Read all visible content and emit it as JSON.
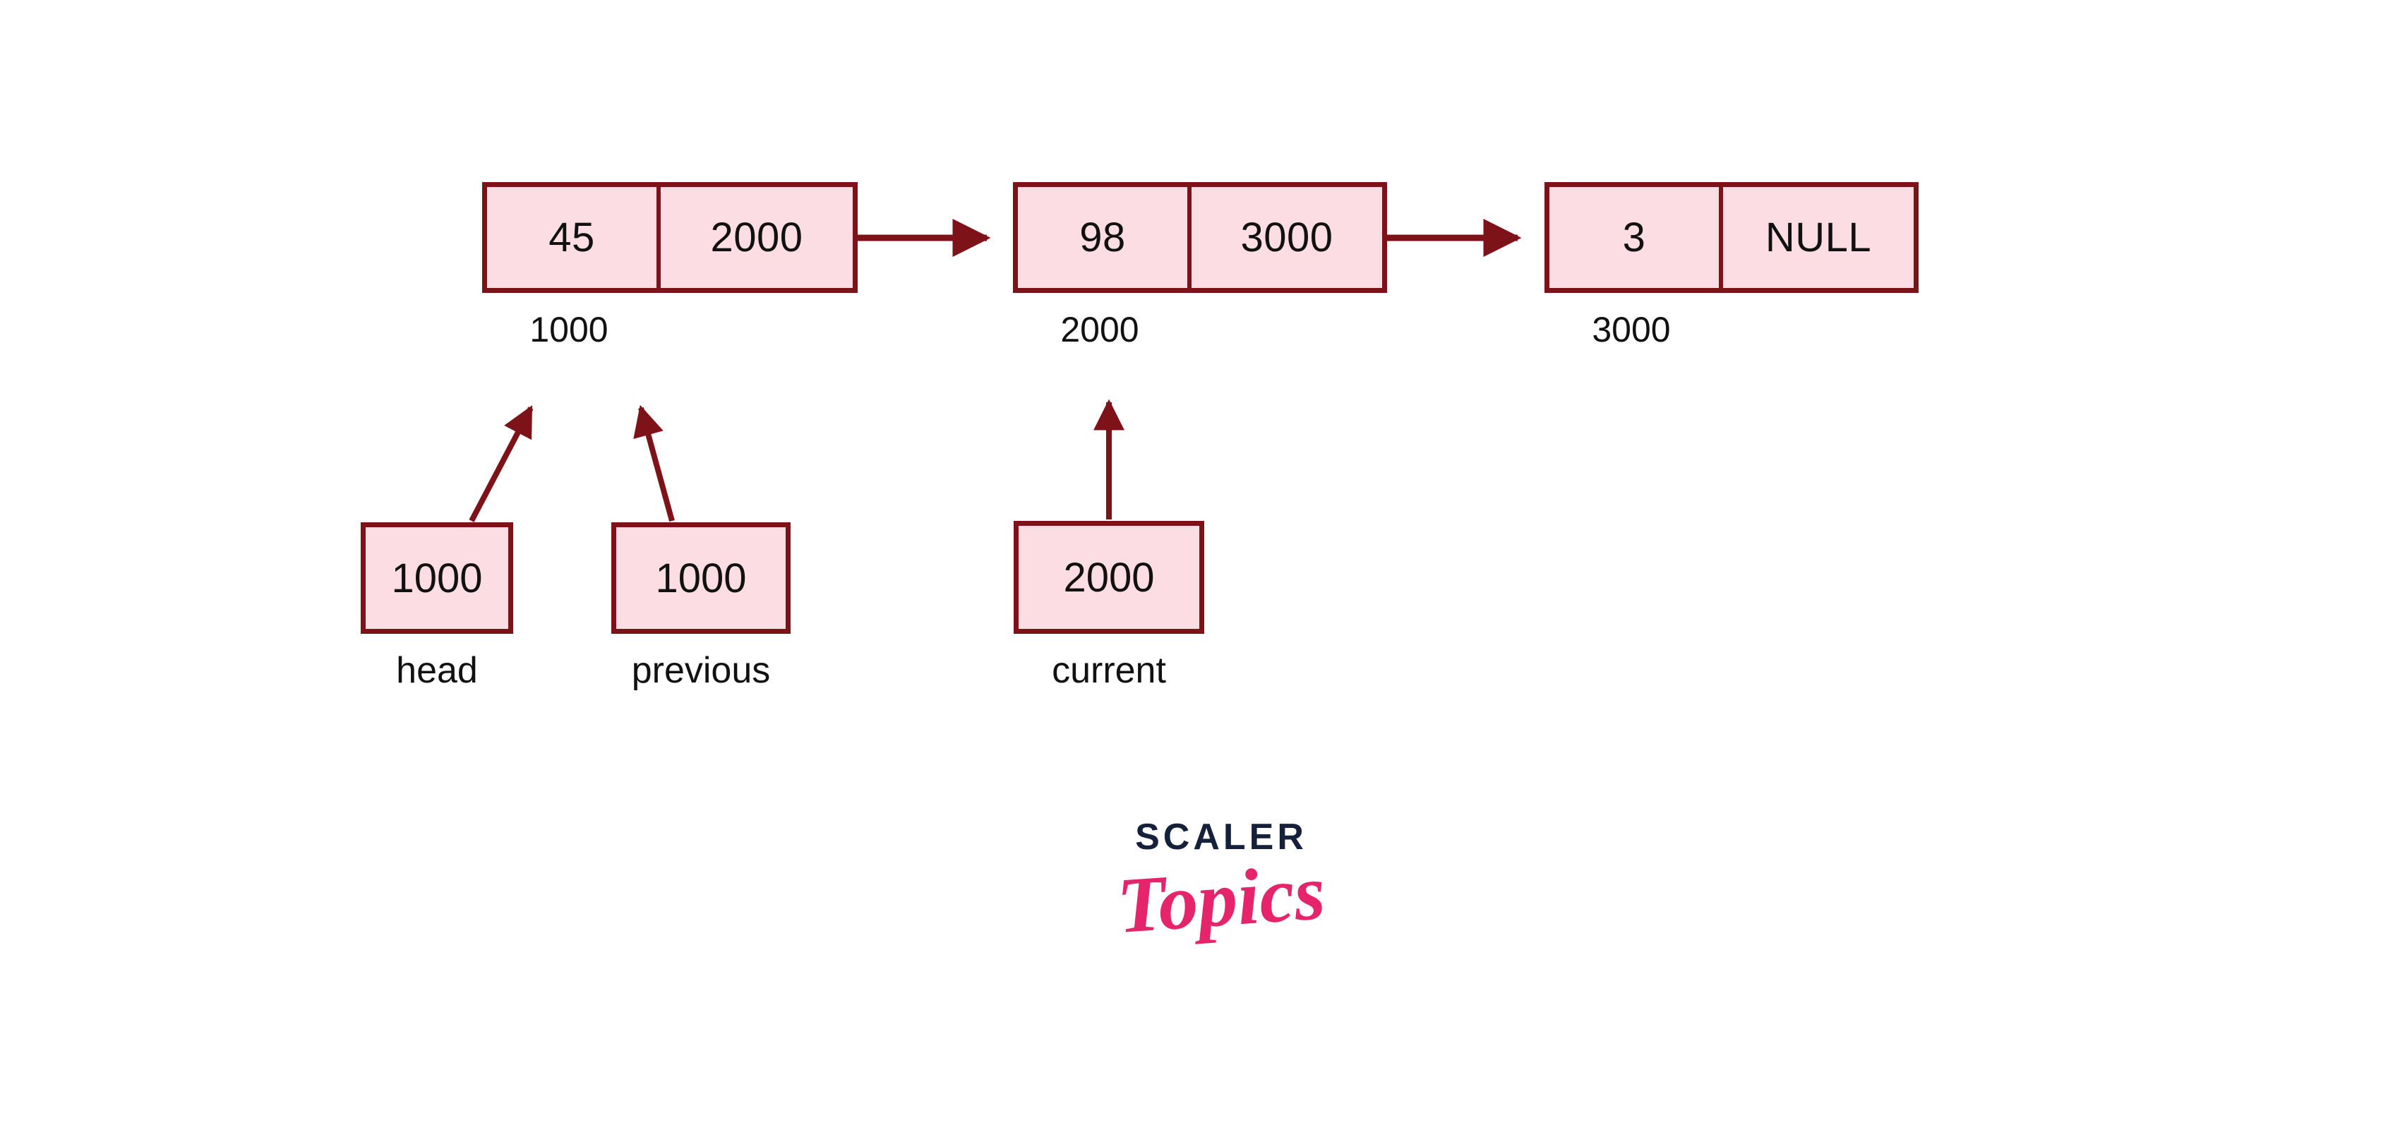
{
  "theme": {
    "stroke_color": "#7e1219",
    "fill_color": "#fbdde3",
    "text_color": "#111111",
    "background": "#ffffff",
    "logo_dark": "#15213b",
    "logo_pink": "#e6246b"
  },
  "diagram": {
    "type": "singly-linked-list-traversal",
    "nodes": [
      {
        "data": "45",
        "next": "2000",
        "address": "1000"
      },
      {
        "data": "98",
        "next": "3000",
        "address": "2000"
      },
      {
        "data": "3",
        "next": "NULL",
        "address": "3000"
      }
    ],
    "pointers": [
      {
        "name": "head",
        "value": "1000",
        "points_to": "1000"
      },
      {
        "name": "previous",
        "value": "1000",
        "points_to": "1000"
      },
      {
        "name": "current",
        "value": "2000",
        "points_to": "2000"
      }
    ]
  },
  "logo": {
    "line1": "SCALER",
    "line2": "Topics"
  }
}
